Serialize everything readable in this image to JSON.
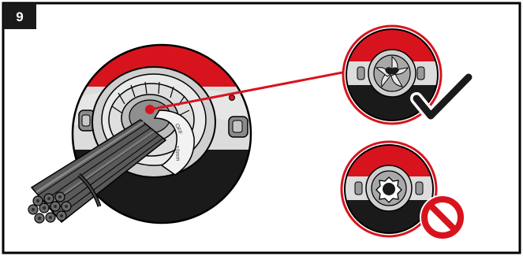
{
  "step": {
    "number": "9"
  },
  "colors": {
    "red": "#d7141d",
    "black": "#1a1a1a",
    "grey_light": "#d9d9d9",
    "grey_mid": "#9a9a9a",
    "grey_dark": "#5a5a5a",
    "frame": "#000000"
  },
  "icons": {
    "correct": "check-mark-icon",
    "incorrect": "prohibited-icon"
  },
  "cable_label": {
    "text_a": "OFF",
    "text_b": "10mm"
  }
}
